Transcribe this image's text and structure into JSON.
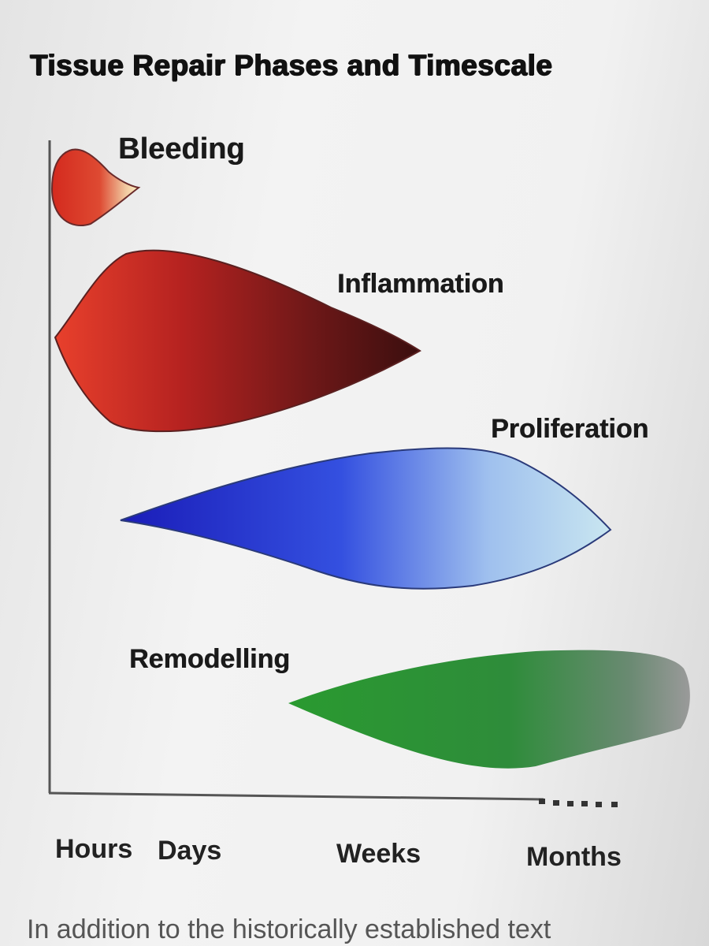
{
  "title": "Tissue Repair Phases and Timescale",
  "phases": [
    {
      "name": "Bleeding",
      "color": "#d83a2a"
    },
    {
      "name": "Inflammation",
      "color": "#8b1a1a"
    },
    {
      "name": "Proliferation",
      "color": "#2a3fd0"
    },
    {
      "name": "Remodelling",
      "color": "#2f8f3a"
    }
  ],
  "x_axis": {
    "ticks": [
      "Hours",
      "Days",
      "Weeks",
      "Months"
    ],
    "continuation": "......"
  },
  "body_text": "In addition to the historically established text"
}
